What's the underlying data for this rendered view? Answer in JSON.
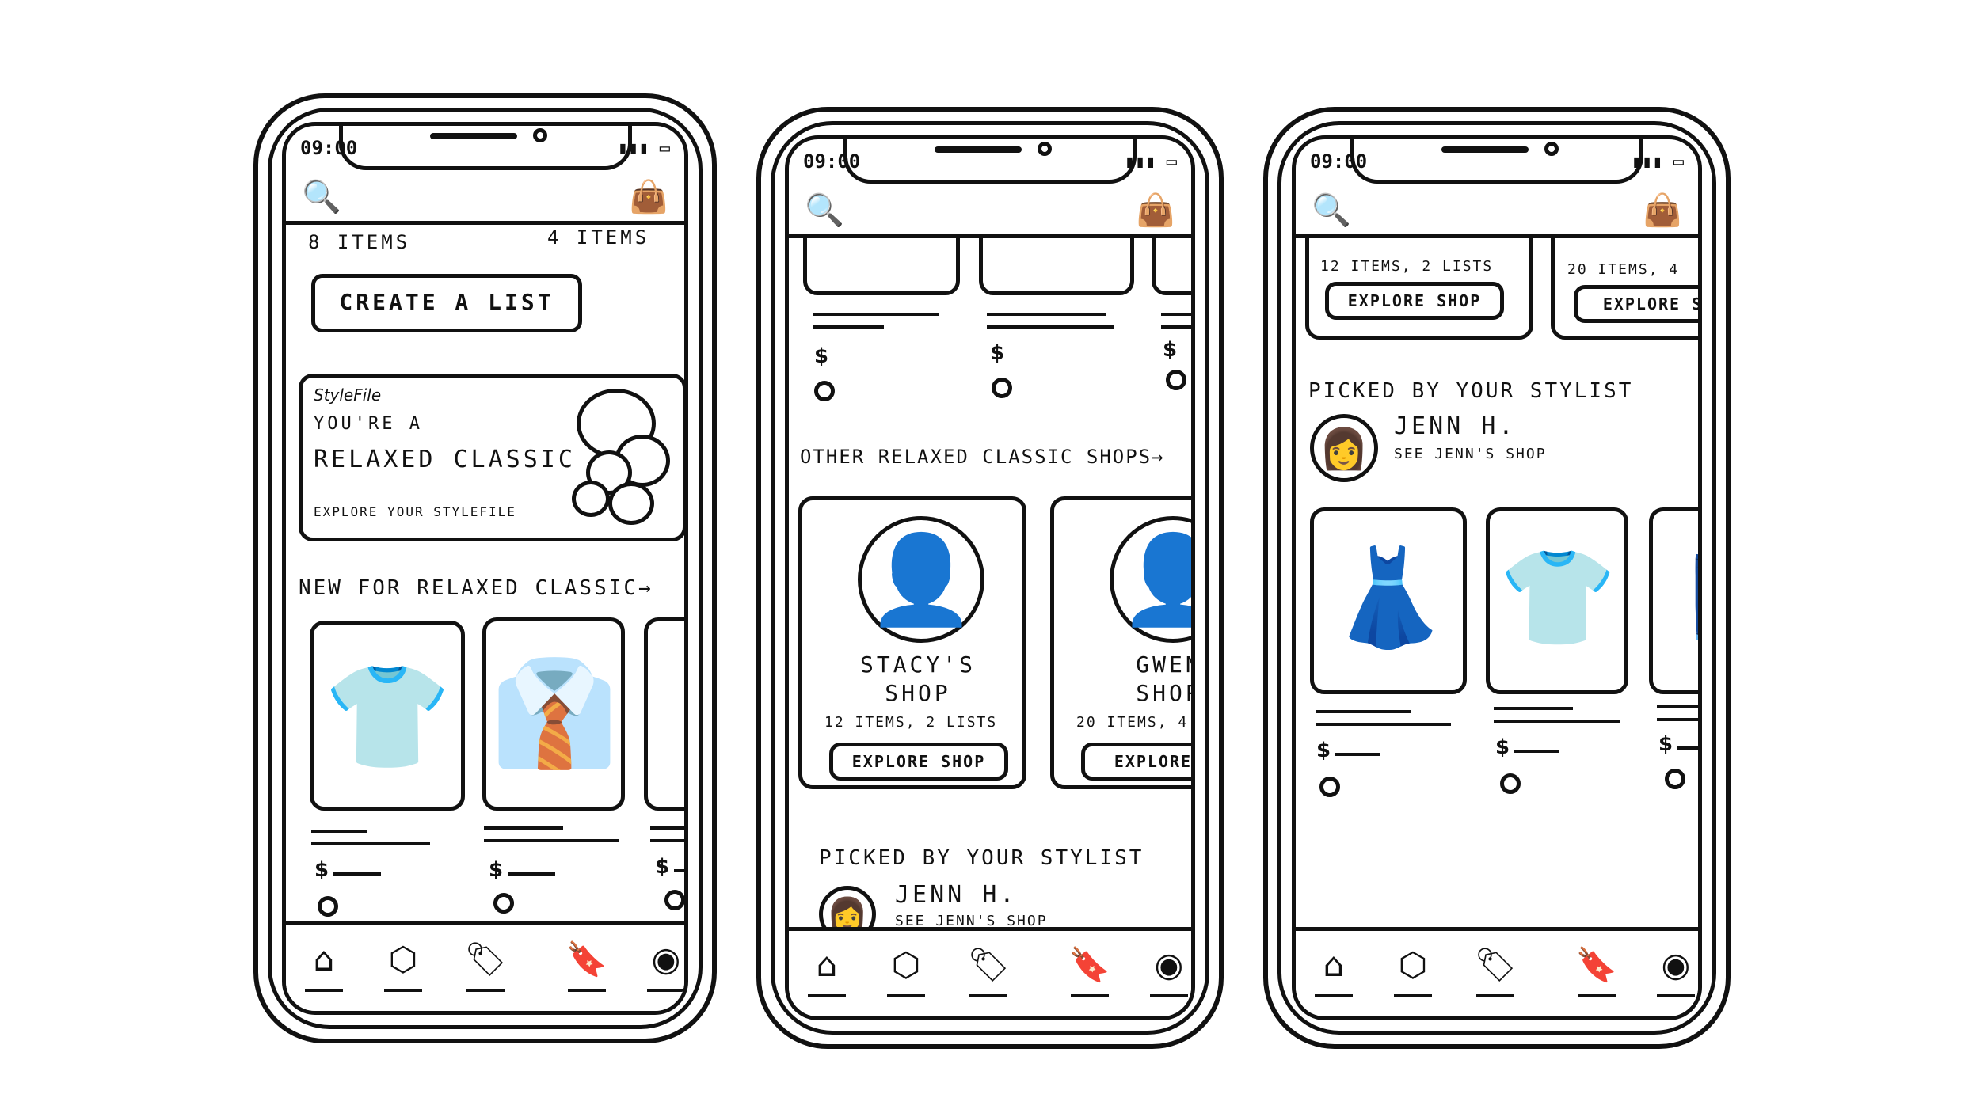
{
  "status": {
    "time": "09:00",
    "signal": "▮▮▮ ▭"
  },
  "icons": {
    "search": "🔍",
    "bag": "👜",
    "home": "⌂",
    "box": "⬡",
    "tag": "🏷",
    "bookmark": "🔖",
    "profile": "◉"
  },
  "phone1": {
    "items_a": "8 ITEMS",
    "items_b": "4 ITEMS",
    "create_list": "CREATE A LIST",
    "stylefile": {
      "brand": "StyleFile",
      "line1": "YOU'RE A",
      "line2": "RELAXED CLASSIC",
      "link": "EXPLORE YOUR STYLEFILE"
    },
    "section_title": "NEW FOR RELAXED CLASSIC→",
    "currency": "$"
  },
  "phone2": {
    "currency": "$",
    "section_title": "OTHER RELAXED CLASSIC SHOPS→",
    "shops": [
      {
        "name": "STACY'S SHOP",
        "meta": "12 ITEMS, 2 LISTS",
        "button": "EXPLORE SHOP"
      },
      {
        "name": "GWEN SHOP",
        "meta": "20 ITEMS, 4",
        "button": "EXPLORE S"
      }
    ],
    "stylist_title": "PICKED BY YOUR STYLIST",
    "stylist_name": "JENN H.",
    "stylist_link": "SEE JENN'S SHOP"
  },
  "phone3": {
    "shops": [
      {
        "meta": "12 ITEMS, 2 LISTS",
        "button": "EXPLORE SHOP"
      },
      {
        "meta": "20 ITEMS, 4",
        "button": "EXPLORE S"
      }
    ],
    "stylist_title": "PICKED BY YOUR STYLIST",
    "stylist_name": "JENN H.",
    "stylist_link": "SEE JENN'S SHOP",
    "currency": "$"
  }
}
